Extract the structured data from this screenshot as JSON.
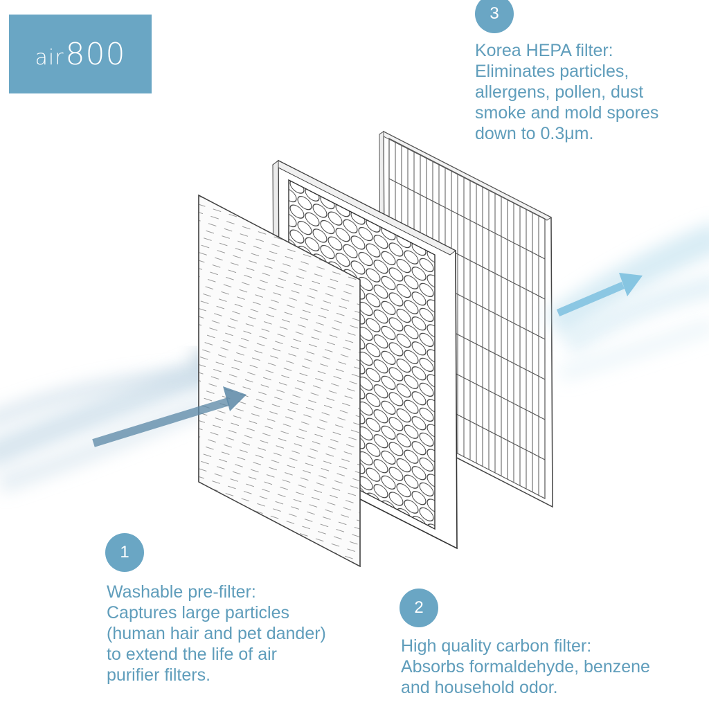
{
  "logo": {
    "word": "air",
    "number": "800"
  },
  "colors": {
    "accent": "#6aa6c4",
    "text": "#5f9dbb",
    "flow": "#5a87a6"
  },
  "layers": [
    {
      "number": "1",
      "title": "Washable pre-filter:",
      "lines": [
        "Captures large particles",
        "(human hair and pet dander)",
        "to extend the life of air",
        "purifier filters."
      ]
    },
    {
      "number": "2",
      "title": "High quality carbon filter:",
      "lines": [
        "Absorbs formaldehyde, benzene",
        "and household odor."
      ]
    },
    {
      "number": "3",
      "title": "Korea HEPA filter:",
      "lines": [
        "Eliminates particles,",
        "allergens, pollen, dust",
        "smoke and mold spores",
        "down to 0.3μm."
      ]
    }
  ],
  "icons": {
    "airflow_in": "arrow-right-icon",
    "airflow_out": "arrow-right-icon"
  }
}
